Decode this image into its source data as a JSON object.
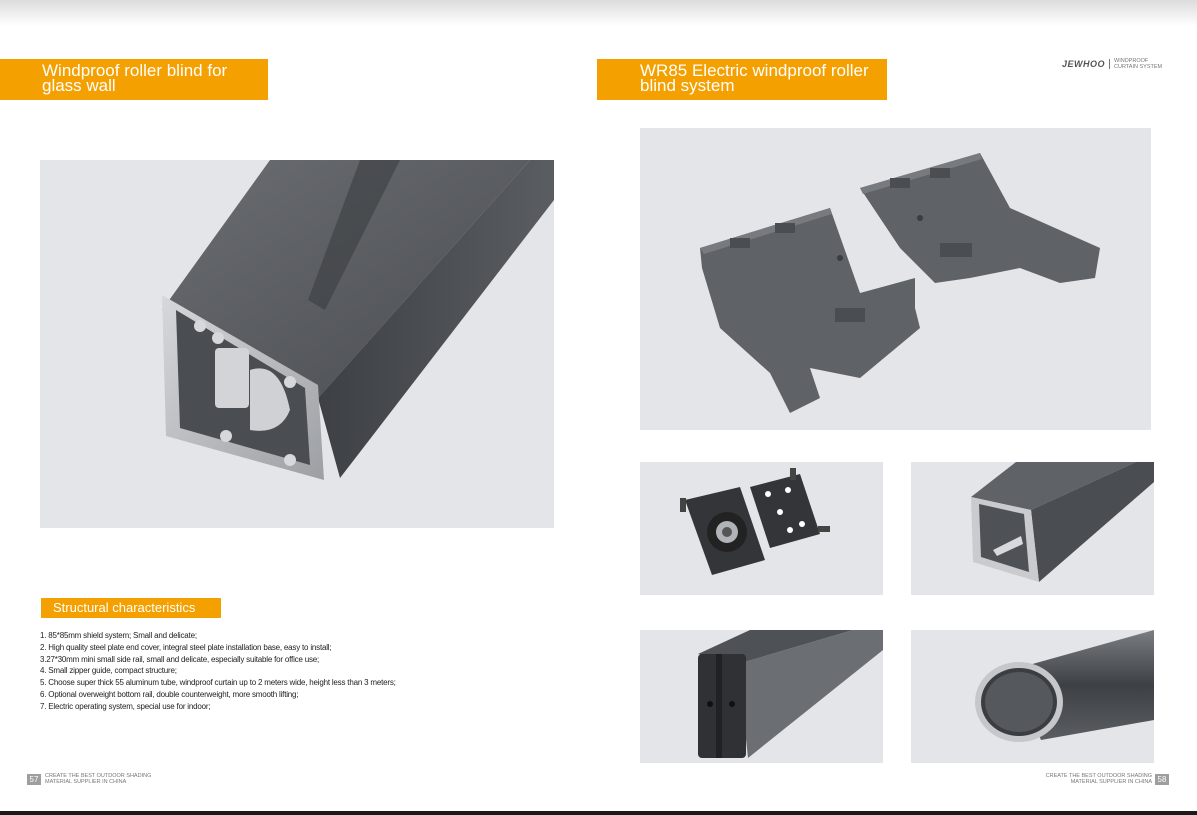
{
  "left_page": {
    "title": "Windproof roller blind for\nglass wall",
    "section_heading": "Structural characteristics",
    "features": [
      "1. 85*85mm shield system; Small and delicate;",
      "2. High quality steel plate end cover, integral steel plate installation base, easy to install;",
      "3.27*30mm mini small side rail, small and delicate, especially suitable for office use;",
      "4. Small zipper guide, compact structure;",
      "5. Choose super thick 55 aluminum tube, windproof curtain up to 2 meters wide, height less than 3 meters;",
      "6. Optional overweight bottom rail, double counterweight, more smooth lifting;",
      "7. Electric operating system, special use for indoor;"
    ],
    "page_number": "57",
    "footer": "CREATE THE BEST OUTDOOR SHADING\nMATERIAL SUPPLIER IN CHINA"
  },
  "right_page": {
    "title": "WR85 Electric windproof roller\nblind  system",
    "logo_brand": "JEWHOO",
    "logo_tagline": "WINDPROOF\nCURTAIN SYSTEM",
    "page_number": "58",
    "footer": "CREATE THE BEST OUTDOOR SHADING\nMATERIAL SUPPLIER IN CHINA"
  },
  "colors": {
    "accent": "#f4a000",
    "photo_bg": "#e3e5e8",
    "metal": "#5c5f63"
  },
  "images": [
    "side-rail-profile-photo",
    "end-cover-plates-photo",
    "installation-base-photo",
    "headbox-profile-photo",
    "bottom-rail-photo",
    "aluminum-tube-photo"
  ]
}
